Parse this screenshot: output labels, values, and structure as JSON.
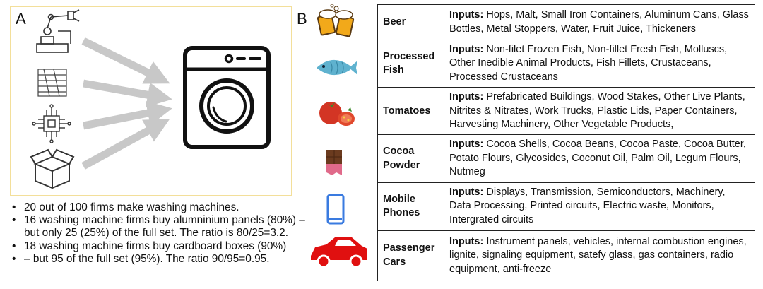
{
  "panels": {
    "a_label": "A",
    "b_label": "B"
  },
  "icons": {
    "left_inputs": [
      "robot-arm-icon",
      "aluminium-panel-icon",
      "circuit-chip-icon",
      "cardboard-box-icon"
    ],
    "center": "washing-machine-icon",
    "products": [
      "beer-icon",
      "fish-icon",
      "tomato-icon",
      "chocolate-icon",
      "mobile-phone-icon",
      "car-icon"
    ]
  },
  "colors": {
    "panel_border": "#f3df9a",
    "arrow": "#c8c8c8",
    "fish": "#5fb2cf",
    "car": "#e01010",
    "phone": "#3a7be0",
    "tomato": "#d33524"
  },
  "bullets": [
    "20 out of 100 firms make washing machines.",
    "16 washing machine firms buy alumninium panels (80%) – but only 25 (25%) of the full set. The ratio is 80/25=3.2.",
    "18 washing machine firms buy cardboard boxes (90%)",
    "– but 95 of the full set (95%). The ratio 90/95=0.95."
  ],
  "table": {
    "inputs_prefix": "Inputs:",
    "rows": [
      {
        "product": "Beer",
        "inputs": "Hops, Malt, Small Iron Containers, Aluminum Cans, Glass Bottles, Metal Stoppers, Water,  Fruit Juice, Thickeners"
      },
      {
        "product": "Processed Fish",
        "inputs": "Non-filet Frozen Fish, Non-fillet Fresh Fish, Molluscs, Other Inedible Animal Products, Fish Fillets, Crustaceans, Processed Crustaceans"
      },
      {
        "product": "Tomatoes",
        "inputs": "Prefabricated Buildings, Wood Stakes, Other Live Plants, Nitrites & Nitrates, Work Trucks, Plastic Lids, Paper Containers, Harvesting Machinery, Other Vegetable Products,"
      },
      {
        "product": "Cocoa Powder",
        "inputs": "Cocoa Shells, Cocoa Beans, Cocoa Paste, Cocoa Butter, Potato Flours, Glycosides, Coconut Oil, Palm Oil, Legum Flours, Nutmeg"
      },
      {
        "product": "Mobile Phones",
        "inputs": "Displays, Transmission, Semiconductors, Machinery, Data Processing, Printed circuits, Electric waste, Monitors, Intergrated circuits"
      },
      {
        "product": "Passenger Cars",
        "inputs": "Instrument panels, vehicles, internal combustion engines, lignite, signaling equipment, satefy glass, gas containers, radio equipment, anti-freeze"
      }
    ]
  }
}
